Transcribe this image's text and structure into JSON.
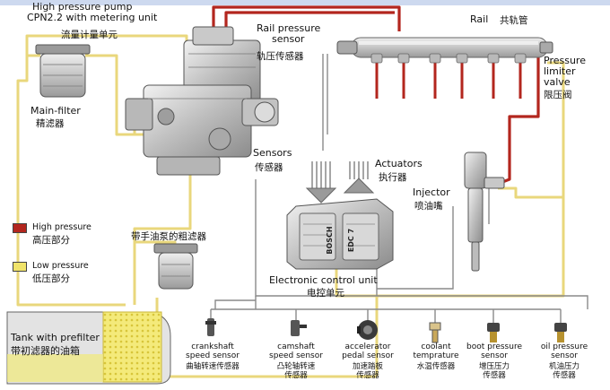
{
  "colors": {
    "high_pressure": "#b3261e",
    "low_pressure": "#f0e36a",
    "pipe": "#e7d27a",
    "wire": "#8a8a8a",
    "component": "#cfcfcf"
  },
  "labels": {
    "pump_en_1": "High pressure pump",
    "pump_en_2": "CPN2.2 with metering unit",
    "pump_cn": "流量计量单元",
    "rail_sensor_en_1": "Rail pressure",
    "rail_sensor_en_2": "sensor",
    "rail_sensor_cn": "轨压传感器",
    "rail_en": "Rail",
    "rail_cn": "共轨管",
    "limiter_en_1": "Pressure",
    "limiter_en_2": "limiter",
    "limiter_en_3": "valve",
    "limiter_cn": "限压阀",
    "mainfilter_en": "Main-filter",
    "mainfilter_cn": "精滤器",
    "sensors_en": "Sensors",
    "sensors_cn": "传感器",
    "actuators_en": "Actuators",
    "actuators_cn": "执行器",
    "injector_en": "Injector",
    "injector_cn": "喷油嘴",
    "prefilter_cn": "带手油泵的粗滤器",
    "ecu_en": "Electronic control unit",
    "ecu_cn": "电控单元",
    "ecu_brand": "BOSCH",
    "ecu_model": "EDC 7",
    "tank_en": "Tank with prefilter",
    "tank_cn": "带初滤器的油箱"
  },
  "legend": {
    "high_en": "High pressure",
    "high_cn": "高压部分",
    "low_en": "Low pressure",
    "low_cn": "低压部分"
  },
  "sensors": [
    {
      "en_1": "crankshaft",
      "en_2": "speed sensor",
      "cn": "曲轴转速传感器",
      "icon": "crankshaft-sensor-icon"
    },
    {
      "en_1": "camshaft",
      "en_2": "speed sensor",
      "cn_1": "凸轮轴转速",
      "cn_2": "传感器",
      "icon": "camshaft-sensor-icon"
    },
    {
      "en_1": "accelerator",
      "en_2": "pedal sensor",
      "cn_1": "加速踏板",
      "cn_2": "传感器",
      "icon": "pedal-sensor-icon"
    },
    {
      "en_1": "coolant",
      "en_2": "temprature",
      "cn": "水温传感器",
      "icon": "coolant-sensor-icon"
    },
    {
      "en_1": "boot pressure",
      "en_2": "sensor",
      "cn_1": "增压压力",
      "cn_2": "传感器",
      "icon": "boost-sensor-icon"
    },
    {
      "en_1": "oil pressure",
      "en_2": "sensor",
      "cn_1": "机油压力",
      "cn_2": "传感器",
      "icon": "oil-sensor-icon"
    }
  ]
}
